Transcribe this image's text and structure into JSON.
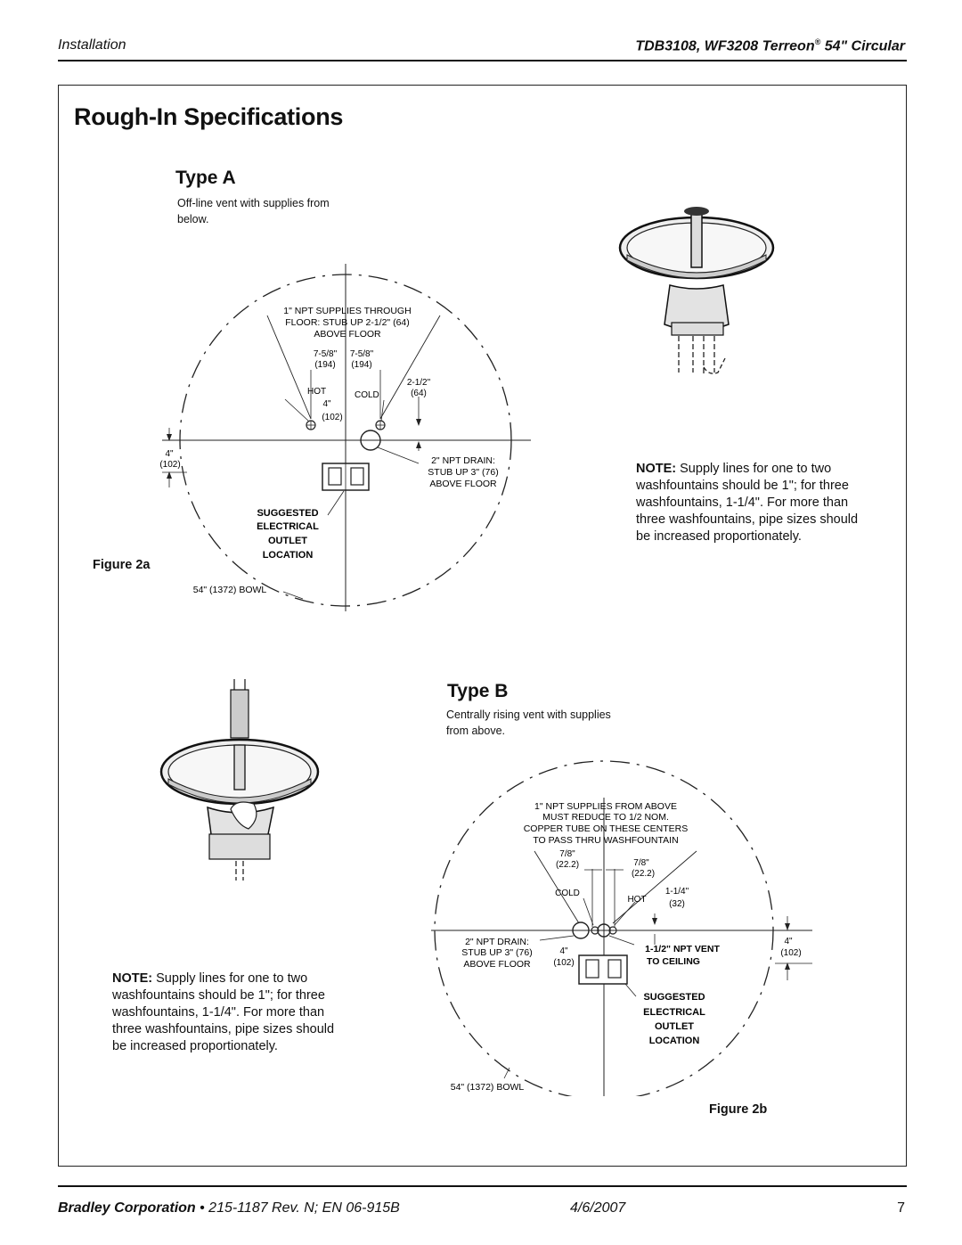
{
  "header": {
    "section": "Installation",
    "product": "TDB3108, WF3208 Terreon",
    "registered_mark": "®",
    "product_suffix": " 54\" Circular"
  },
  "page_title": "Rough-In Specifications",
  "type_a": {
    "heading": "Type A",
    "description_line1": "Off-line vent with supplies from",
    "description_line2": "below.",
    "figure_label": "Figure 2a",
    "note_label": "NOTE:",
    "note_text": " Supply lines for one to two washfountains should be 1\"; for three washfountains, 1-1/4\". For more than three washfountains, pipe sizes should be increased proportionately.",
    "diagram": {
      "supplies_1": "1\" NPT SUPPLIES THROUGH",
      "supplies_2": "FLOOR: STUB UP 2-1/2\" (64)",
      "supplies_3": "ABOVE FLOOR",
      "dim_left": "7-5/8\"",
      "dim_left_mm": "(194)",
      "dim_right": "7-5/8\"",
      "dim_right_mm": "(194)",
      "dim_rise": "2-1/2\"",
      "dim_rise_mm": "(64)",
      "hot": "HOT",
      "cold": "COLD",
      "dim_offset": "4\"",
      "dim_offset_mm": "(102)",
      "dim_side": "4\"",
      "dim_side_mm": "(102)",
      "drain_1": "2\"  NPT DRAIN:",
      "drain_2": "STUB UP 3\" (76)",
      "drain_3": "ABOVE FLOOR",
      "outlet_1": "SUGGESTED",
      "outlet_2": "ELECTRICAL",
      "outlet_3": "OUTLET",
      "outlet_4": "LOCATION",
      "bowl": "54\" (1372) BOWL"
    }
  },
  "type_b": {
    "heading": "Type B",
    "description_line1": "Centrally rising vent with supplies",
    "description_line2": "from above.",
    "figure_label": "Figure 2b",
    "note_label": "NOTE:",
    "note_text": " Supply lines for one to two washfountains should be 1\"; for three washfountains, 1-1/4\". For more than three washfountains, pipe sizes should be increased proportionately.",
    "diagram": {
      "supplies_1": "1\" NPT SUPPLIES FROM ABOVE",
      "supplies_2": "MUST REDUCE TO 1/2 NOM.",
      "supplies_3": "COPPER TUBE ON THESE CENTERS",
      "supplies_4": "TO PASS THRU WASHFOUNTAIN",
      "dim_left": "7/8\"",
      "dim_left_mm": "(22.2)",
      "dim_right": "7/8\"",
      "dim_right_mm": "(22.2)",
      "cold": "COLD",
      "hot": "HOT",
      "dim_rise": "1-1/4\"",
      "dim_rise_mm": "(32)",
      "drain_1": "2\"  NPT DRAIN:",
      "drain_2": "STUB UP 3\" (76)",
      "drain_3": "ABOVE FLOOR",
      "dim_offset": "4\"",
      "dim_offset_mm": "(102)",
      "vent_1": "1-1/2\" NPT VENT",
      "vent_2": "TO CEILING",
      "dim_side": "4\"",
      "dim_side_mm": "(102)",
      "outlet_1": "SUGGESTED",
      "outlet_2": "ELECTRICAL",
      "outlet_3": "OUTLET",
      "outlet_4": "LOCATION",
      "bowl": "54\" (1372) BOWL"
    }
  },
  "footer": {
    "company": "Bradley Corporation",
    "doc": " • 215-1187 Rev. N; EN 06-915B",
    "date": "4/6/2007",
    "page": "7"
  }
}
